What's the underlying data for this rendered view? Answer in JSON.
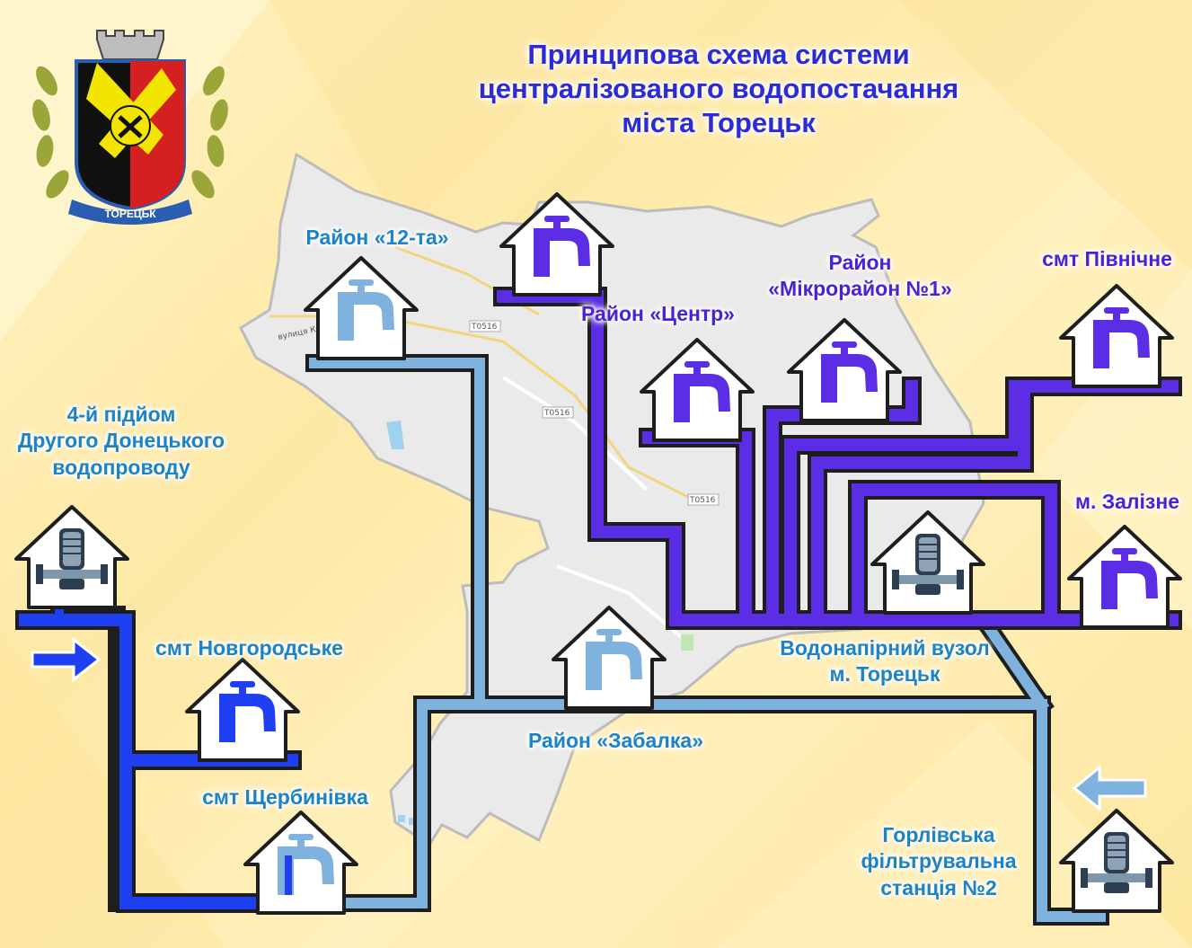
{
  "title": {
    "line1": "Принципова схема системи",
    "line2": "централізованого водопостачання",
    "line3": "міста Торецьк"
  },
  "emblem": {
    "ribbon_text": "ТОРЕЦЬК"
  },
  "map": {
    "road_labels": [
      "T0516",
      "T0516",
      "T0516"
    ],
    "street_label": "вулиця Корол"
  },
  "labels": {
    "district_12ta": "Район «12-та»",
    "district_center": "Район «Центр»",
    "district_mikro_line1": "Район",
    "district_mikro_line2": "«Мікрорайон №1»",
    "smt_pivnichne": "смт Північне",
    "m_zalizne": "м. Залізне",
    "pidyom_line1": "4-й підйом",
    "pidyom_line2": "Другого Донецького",
    "pidyom_line3": "водопроводу",
    "smt_novhorodske": "смт Новгородське",
    "smt_shcherbynivka": "смт Щербинівка",
    "district_zabalka": "Район «Забалка»",
    "vuzol_line1": "Водонапірний вузол",
    "vuzol_line2": "м. Торецьк",
    "horlivska_line1": "Горлівська",
    "horlivska_line2": "фільтрувальна",
    "horlivska_line3": "станція №2"
  },
  "colors": {
    "pipe_light_blue": "#7fb3dd",
    "pipe_blue": "#1f3ff2",
    "pipe_violet": "#5b2ee6",
    "title": "#2b2bd8",
    "label_blue": "#1b83c6",
    "label_violet": "#4a22d6"
  }
}
